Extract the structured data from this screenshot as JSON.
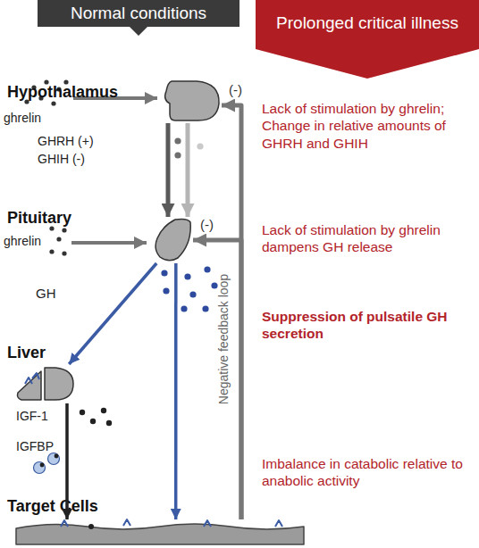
{
  "diagram": {
    "nodes": [
      {
        "text": [
          "Normal conditions"
        ]
      },
      {
        "text": [
          "Prolonged critical illness"
        ]
      },
      {
        "text": [
          "Hypothalamus"
        ]
      },
      {
        "text": [
          "Pituitary"
        ]
      },
      {
        "text": [
          "Liver"
        ]
      },
      {
        "text": [
          "Target Cells"
        ]
      }
    ],
    "edges": [
      {
        "from": 2,
        "to": 3,
        "arrow": "to"
      },
      {
        "from": 2,
        "to": 3,
        "arrow": "to"
      },
      {
        "from": 3,
        "to": 4,
        "arrow": "to"
      },
      {
        "from": 3,
        "to": 5,
        "arrow": "to"
      },
      {
        "from": 4,
        "to": 5,
        "arrow": "to"
      },
      {
        "from": 5,
        "to": 2,
        "label": "(-)",
        "arrow": "to"
      },
      {
        "from": 5,
        "to": 3,
        "label": "(-)",
        "arrow": "to"
      }
    ],
    "labels": [
      "ghrelin",
      "GHRH (+)",
      "GHIH (-)",
      "ghrelin",
      "GH",
      "IGF-1",
      "IGFBP",
      "Negative feedback loop",
      "Lack of stimulation by ghrelin; Change in relative amounts of GHRH and GHIH",
      "Lack of stimulation by ghrelin dampens GH release",
      "Suppression of pulsatile GH secretion",
      "Imbalance in catabolic relative to anabolic activity"
    ]
  }
}
